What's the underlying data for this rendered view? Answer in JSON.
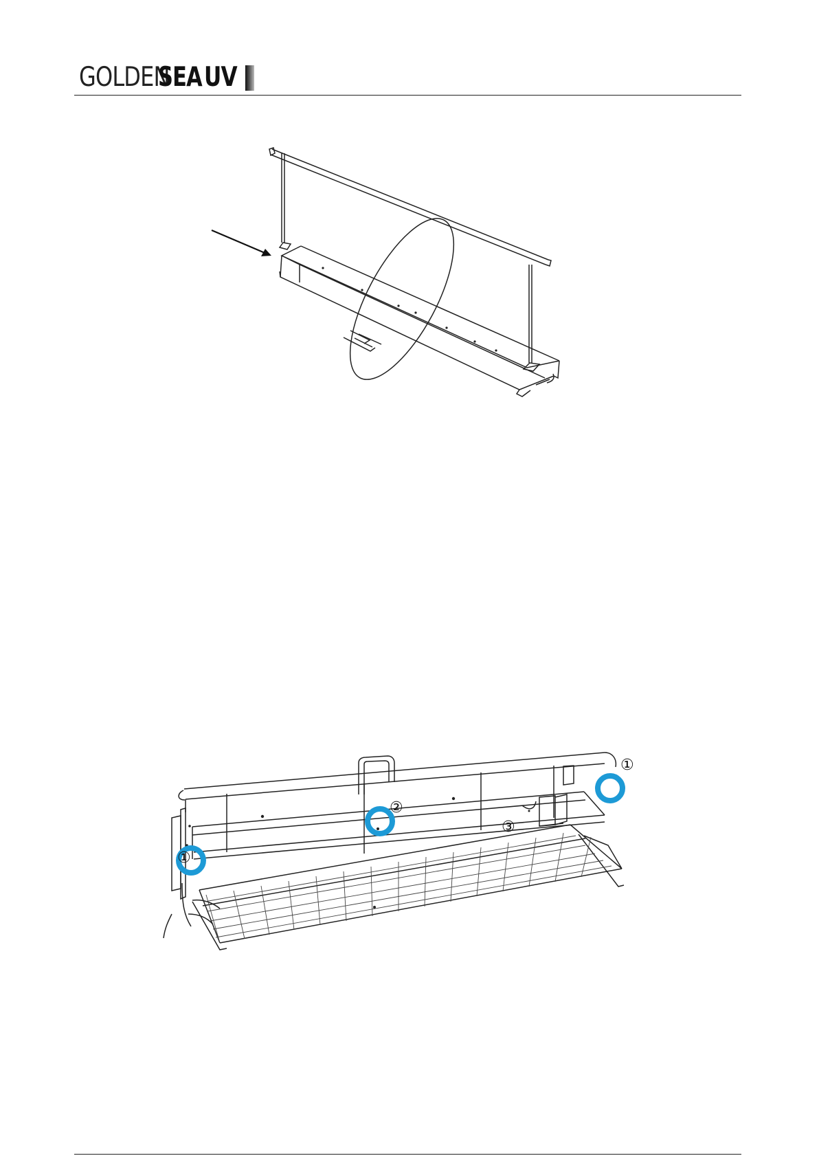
{
  "header": {
    "logo_golden": "GOLDEN",
    "logo_sea": "SEA",
    "logo_uv": "UV"
  },
  "figure_bottom": {
    "callouts": [
      "①",
      "②",
      "③",
      "①"
    ],
    "highlight_color": "#1d9ad6"
  },
  "colors": {
    "line": "#222222",
    "rule": "#222222"
  }
}
